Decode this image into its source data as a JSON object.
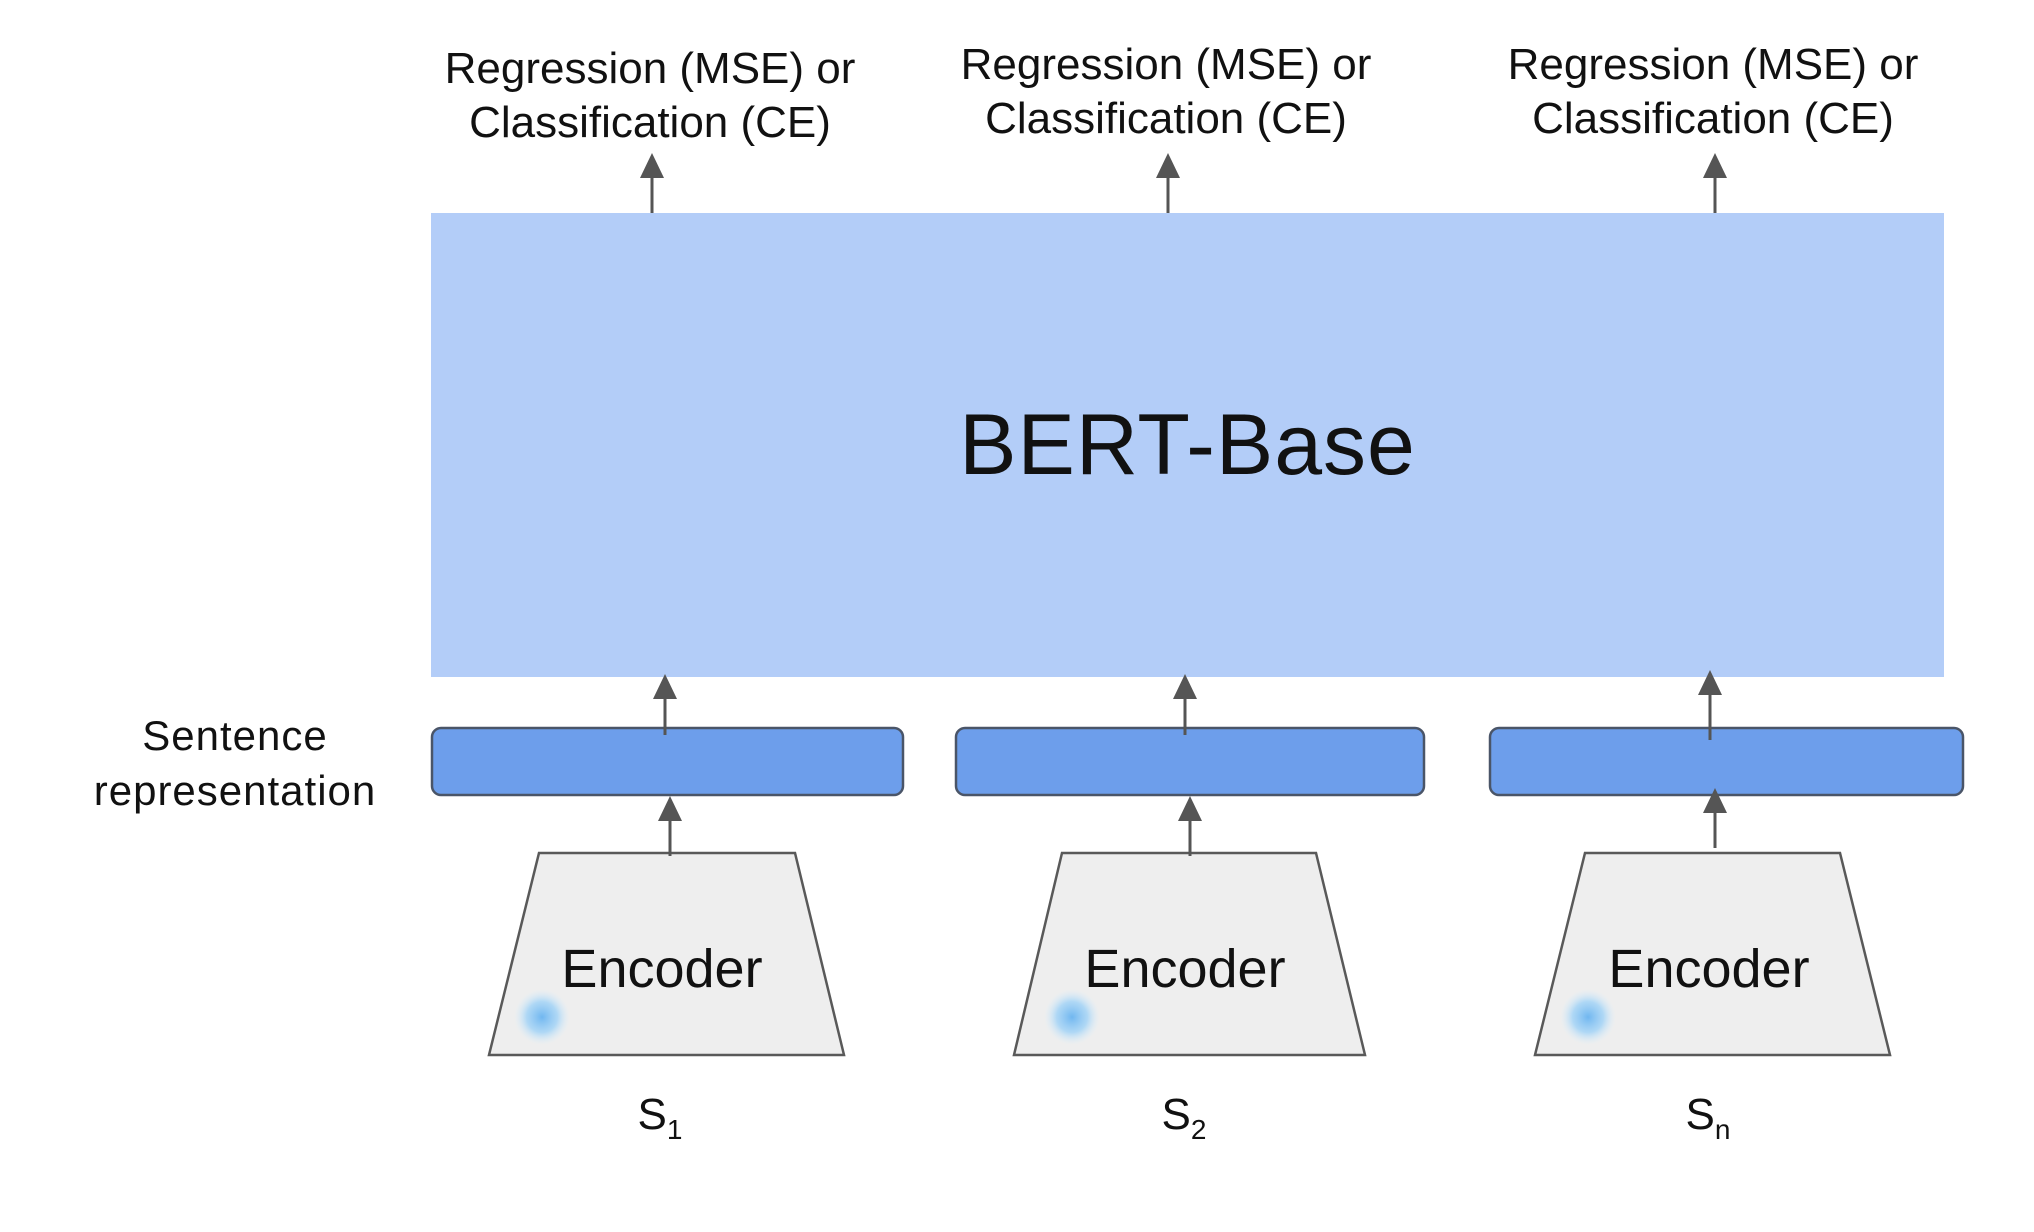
{
  "outputs": [
    {
      "line1": "Regression (MSE) or",
      "line2": "Classification (CE)"
    },
    {
      "line1": "Regression (MSE) or",
      "line2": "Classification (CE)"
    },
    {
      "line1": "Regression (MSE) or",
      "line2": "Classification (CE)"
    }
  ],
  "bert": {
    "label": "BERT-Base"
  },
  "sentence_representation": {
    "line1": "Sentence",
    "line2": "representation"
  },
  "encoders": [
    {
      "label": "Encoder",
      "input": "S",
      "input_sub": "1"
    },
    {
      "label": "Encoder",
      "input": "S",
      "input_sub": "2"
    },
    {
      "label": "Encoder",
      "input": "S",
      "input_sub": "n"
    }
  ],
  "colors": {
    "bert_fill": "#b3cdf8",
    "rep_fill": "#6d9eeb",
    "rep_stroke": "#4a5568",
    "encoder_fill": "#eeeeee",
    "encoder_stroke": "#595959",
    "arrow": "#555555",
    "dot": "#8fc8f4"
  }
}
